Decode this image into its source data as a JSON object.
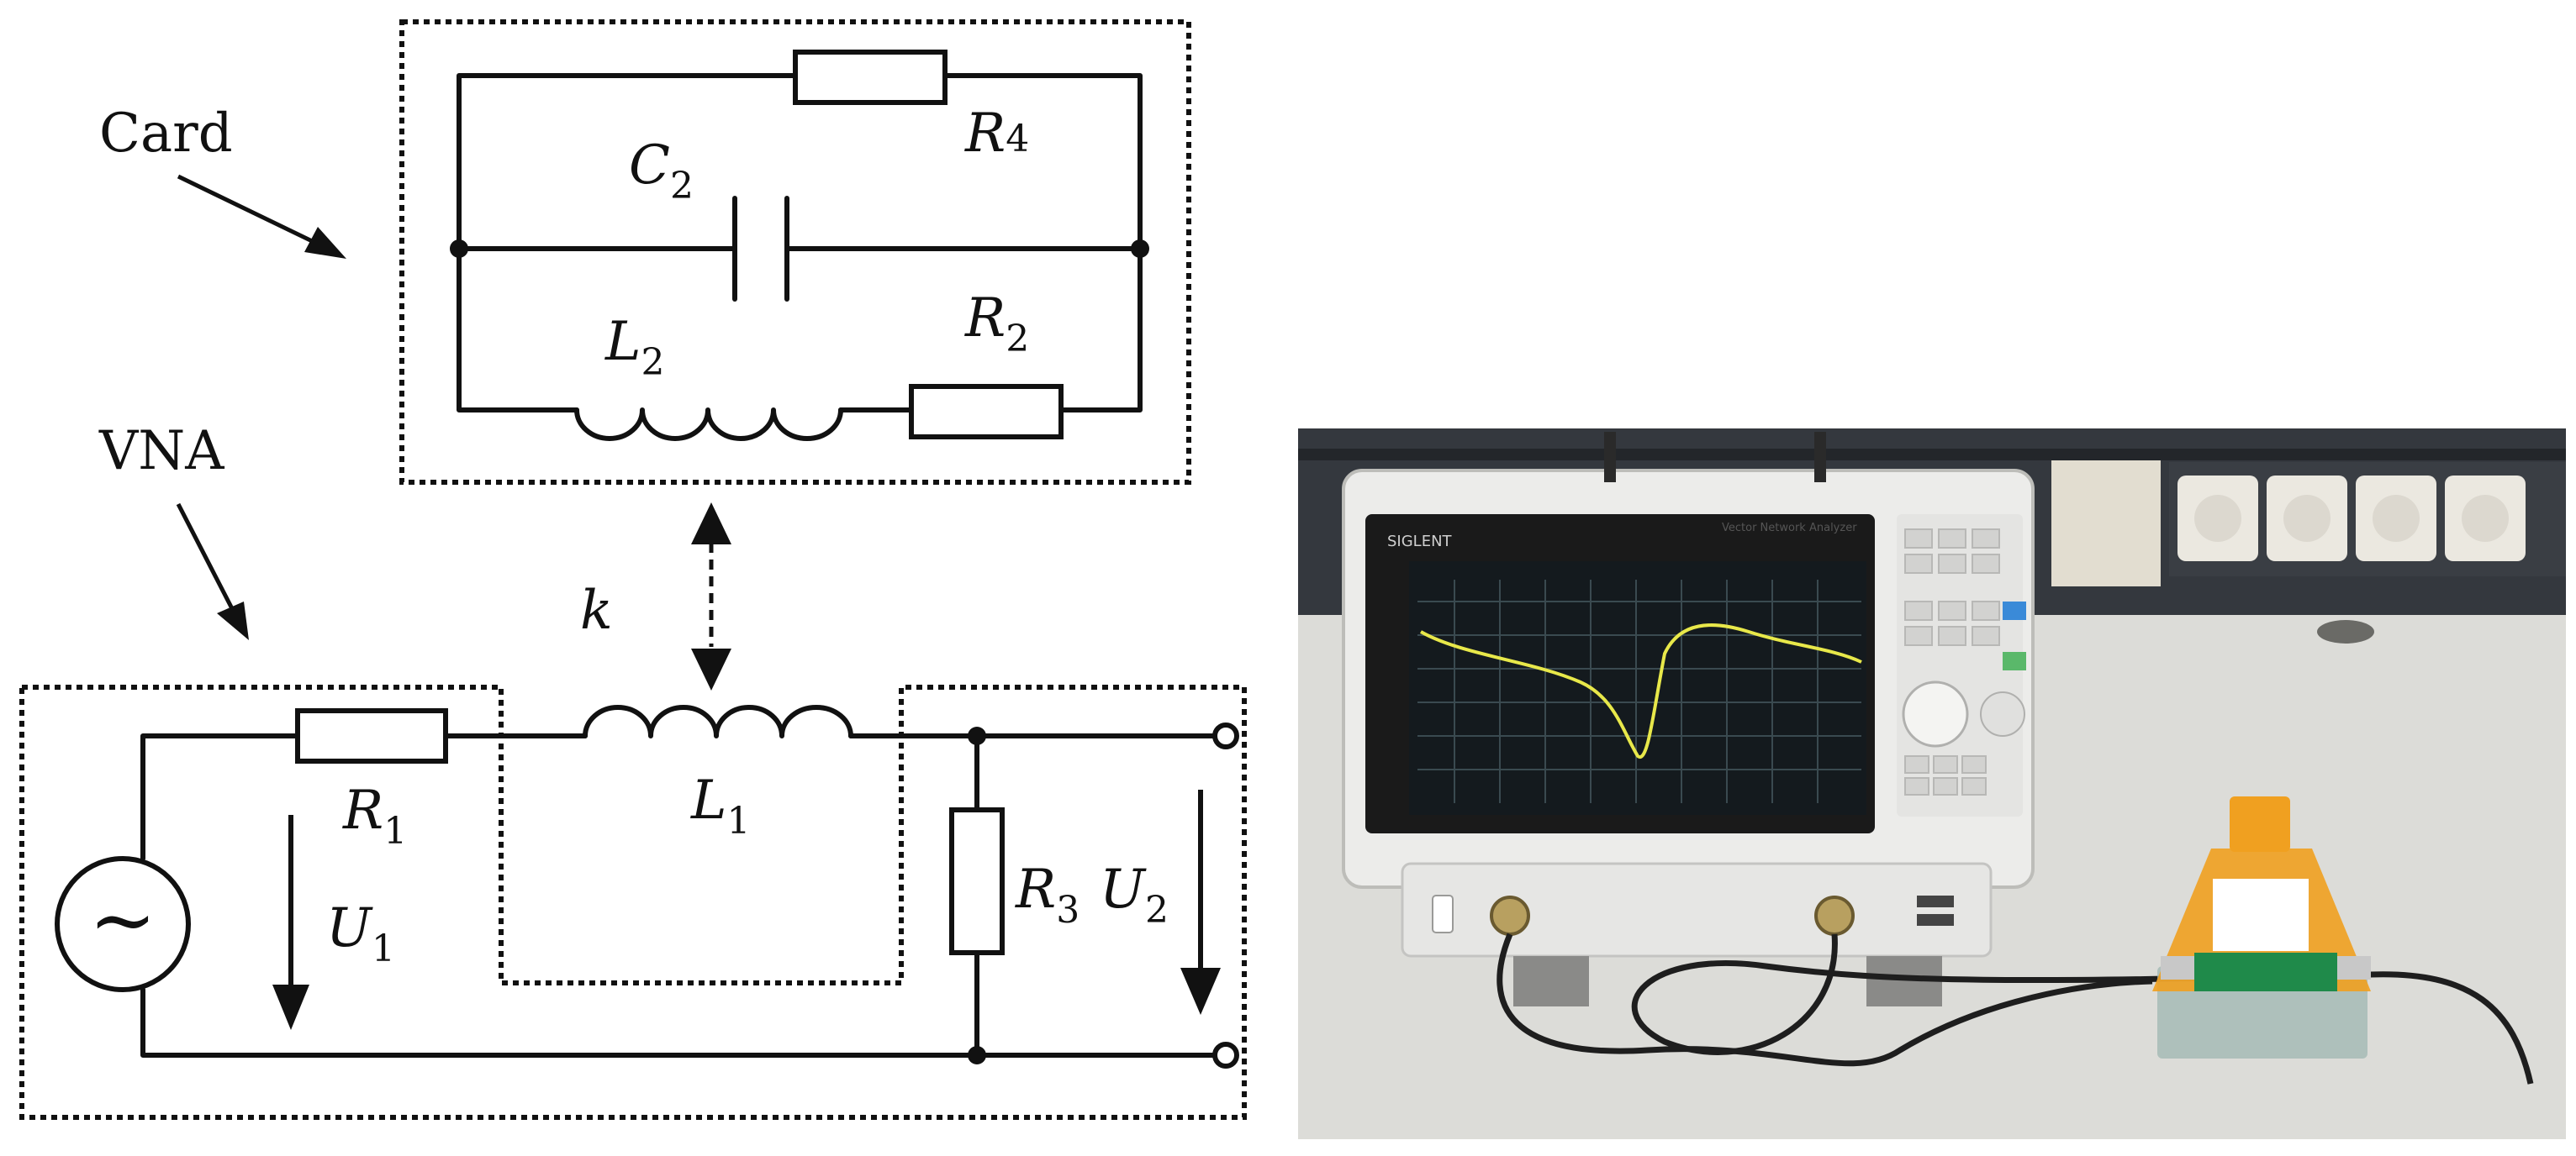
{
  "circuit": {
    "card_label": "Card",
    "vna_label": "VNA",
    "coupling_label": "k",
    "components": {
      "R4": {
        "letter": "R",
        "sub": "4"
      },
      "C2": {
        "letter": "C",
        "sub": "2"
      },
      "L2": {
        "letter": "L",
        "sub": "2"
      },
      "R2": {
        "letter": "R",
        "sub": "2"
      },
      "R1": {
        "letter": "R",
        "sub": "1"
      },
      "L1": {
        "letter": "L",
        "sub": "1"
      },
      "R3": {
        "letter": "R",
        "sub": "3"
      },
      "U1": {
        "letter": "U",
        "sub": "1"
      },
      "U2": {
        "letter": "U",
        "sub": "2"
      }
    },
    "source_symbol": "~"
  },
  "photo": {
    "instrument_brand": "SIGLENT",
    "instrument_model": "Vector Network Analyzer",
    "colors": {
      "screen_trace": "#e8e84a",
      "fixture": "#f0a020",
      "pcb": "#1f8a4a"
    }
  }
}
